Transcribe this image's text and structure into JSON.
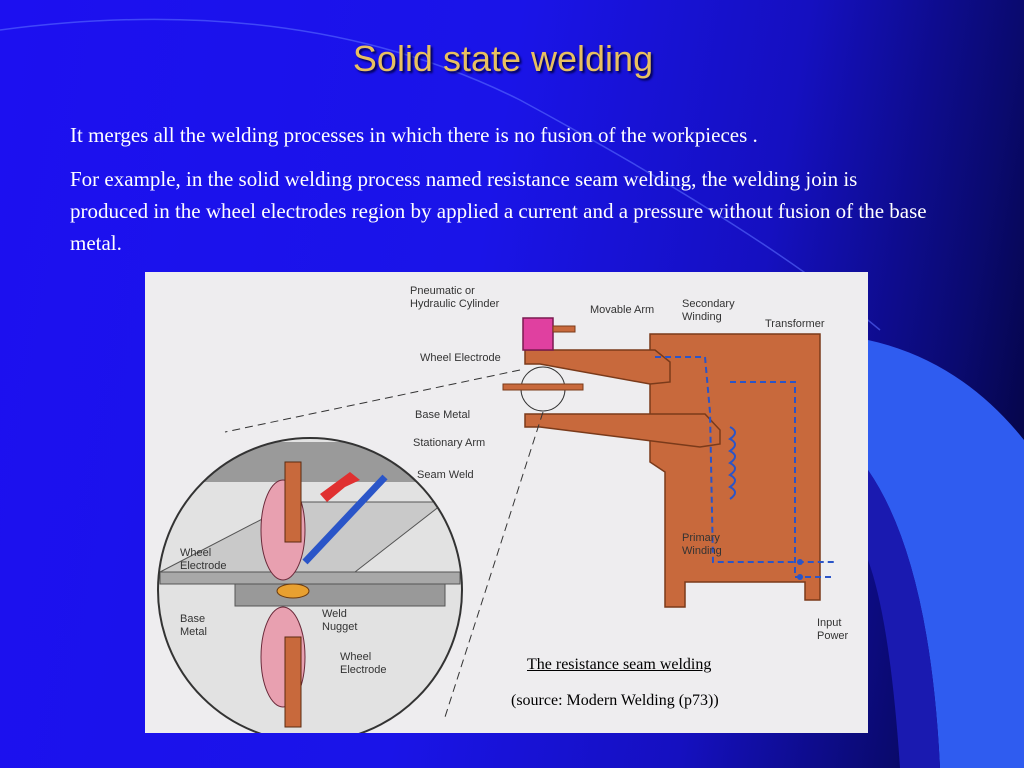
{
  "slide": {
    "title": "Solid state welding",
    "paragraph1": "It merges all the welding processes in which there is no fusion of the workpieces .",
    "paragraph2": "For example, in the solid welding process named resistance seam welding, the welding join is produced in the wheel electrodes region by applied a current and a pressure without fusion of the base metal."
  },
  "figure": {
    "labels": {
      "cylinder": [
        "Pneumatic or",
        "Hydraulic Cylinder"
      ],
      "movable_arm": "Movable Arm",
      "secondary_winding": [
        "Secondary",
        "Winding"
      ],
      "transformer": "Transformer",
      "wheel_electrode_top": "Wheel Electrode",
      "base_metal_top": "Base Metal",
      "stationary_arm": "Stationary Arm",
      "seam_weld": "Seam Weld",
      "wheel_electrode_left": [
        "Wheel",
        "Electrode"
      ],
      "base_metal_left": [
        "Base",
        "Metal"
      ],
      "weld_nugget": [
        "Weld",
        "Nugget"
      ],
      "wheel_electrode_bottom": [
        "Wheel",
        "Electrode"
      ],
      "primary_winding": [
        "Primary",
        "Winding"
      ],
      "input_power": [
        "Input",
        "Power"
      ]
    },
    "caption_title": "The resistance seam welding",
    "caption_source": "(source: Modern Welding (p73))"
  },
  "colors": {
    "title": "#e8c060",
    "machine": "#c8693c",
    "cylinder": "#e040a0",
    "winding": "#2a55c8"
  }
}
